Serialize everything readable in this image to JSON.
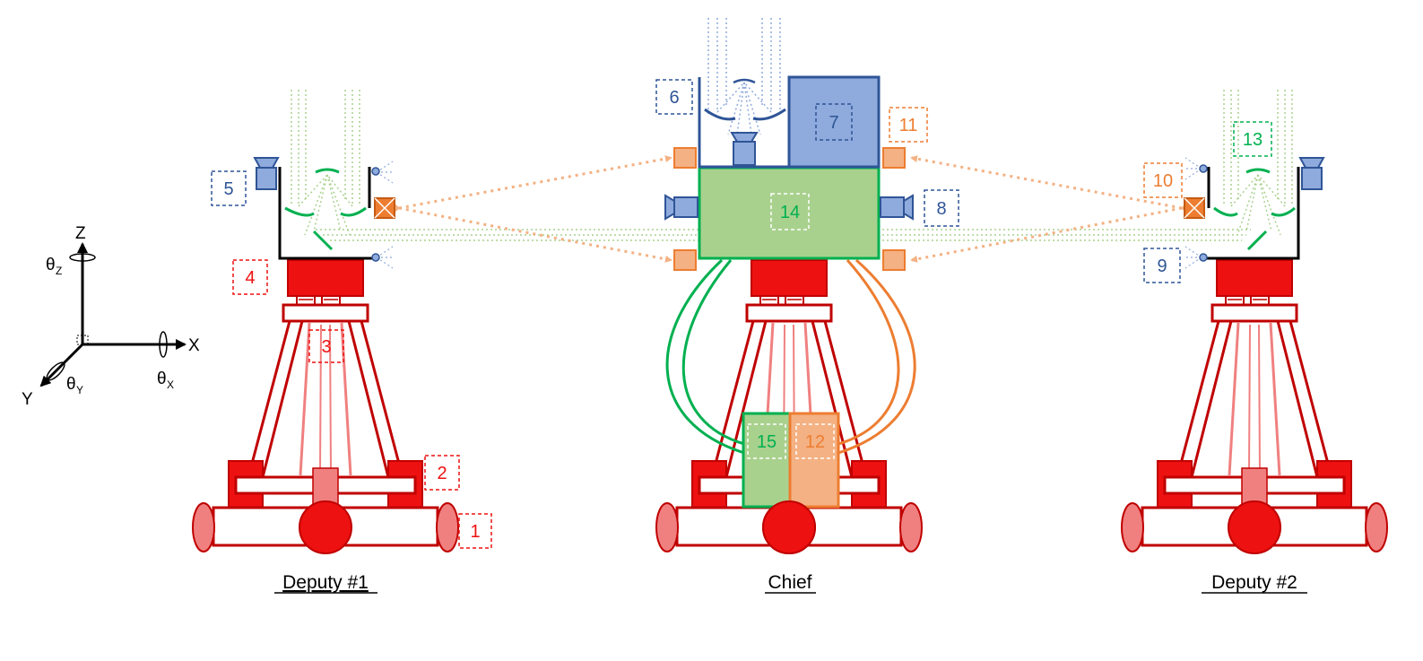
{
  "captions": {
    "deputy1": "Deputy #1",
    "chief": "Chief",
    "deputy2": "Deputy #2"
  },
  "axes": {
    "z": "Z",
    "x": "X",
    "y": "Y",
    "theta": "θ",
    "sub_z": "Z",
    "sub_x": "X",
    "sub_y": "Y"
  },
  "labels": {
    "l1": "1",
    "l2": "2",
    "l3": "3",
    "l4": "4",
    "l5": "5",
    "l6": "6",
    "l7": "7",
    "l8": "8",
    "l9": "9",
    "l10": "10",
    "l11": "11",
    "l12": "12",
    "l13": "13",
    "l14": "14",
    "l15": "15"
  },
  "colors": {
    "red": "#ee1111",
    "red_dark": "#c00000",
    "red_light": "#f08080",
    "blue": "#2f5597",
    "blue_fill": "#8faadc",
    "orange": "#ed7d31",
    "orange_fill": "#f4b183",
    "green": "#00b050",
    "green_fill": "#a9d18e"
  }
}
